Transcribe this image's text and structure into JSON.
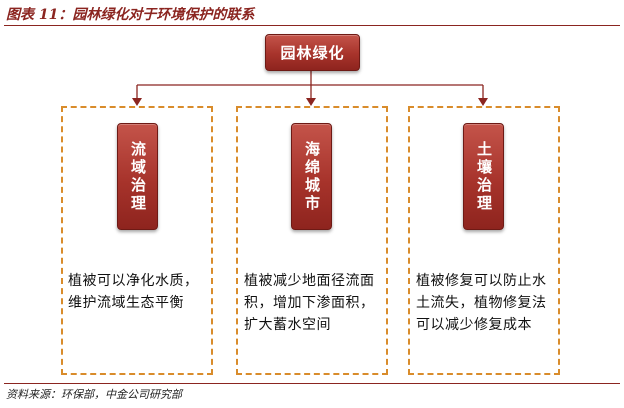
{
  "figure": {
    "title": "图表 11：园林绿化对于环境保护的联系",
    "source": "资料来源：环保部，中金公司研究部"
  },
  "root": {
    "label": "园林绿化"
  },
  "branches": [
    {
      "label": "流域治理",
      "description": "植被可以净化水质，维护流域生态平衡"
    },
    {
      "label": "海绵城市",
      "description": "植被减少地面径流面积，增加下渗面积，扩大蓄水空间"
    },
    {
      "label": "土壤治理",
      "description": "植被修复可以防止水土流失，植物修复法可以减少修复成本"
    }
  ],
  "colors": {
    "box_fill": "#a7332b",
    "frame_border": "#d98c2b",
    "connector": "#8b2520",
    "title_text": "#8b2520"
  }
}
